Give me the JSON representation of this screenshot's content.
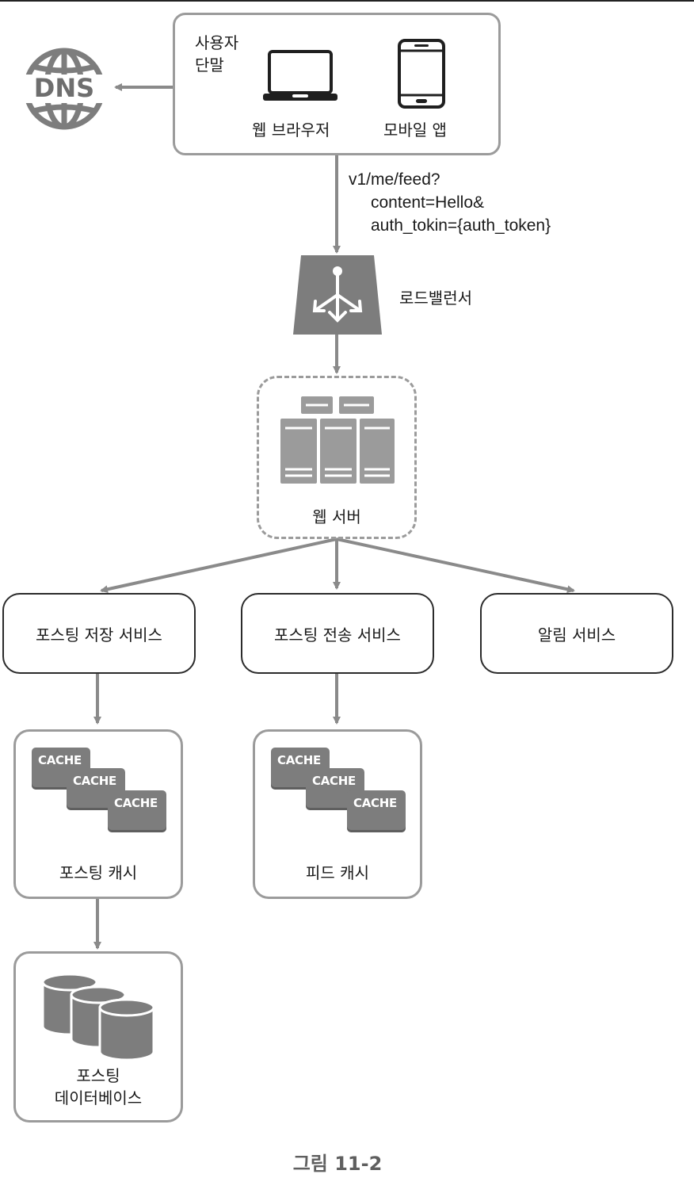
{
  "client": {
    "title_line1": "사용자",
    "title_line2": "단말",
    "web_browser_label": "웹 브라우저",
    "mobile_app_label": "모바일 앱"
  },
  "dns": {
    "label": "DNS"
  },
  "request": {
    "line1": "v1/me/feed?",
    "line2": "content=Hello&",
    "line3": "auth_tokin={auth_token}"
  },
  "load_balancer": {
    "label": "로드밸런서"
  },
  "web_server": {
    "label": "웹 서버"
  },
  "services": {
    "posting_store": "포스팅 저장 서비스",
    "posting_fanout": "포스팅 전송 서비스",
    "notification": "알림 서비스"
  },
  "caches": {
    "tile_label": "CACHE",
    "posting_cache_label": "포스팅 캐시",
    "feed_cache_label": "피드 캐시"
  },
  "database": {
    "label_line1": "포스팅",
    "label_line2": "데이터베이스"
  },
  "caption": "그림 11-2",
  "colors": {
    "stroke": "#8a8a8a",
    "icon": "#7d7d7d",
    "text": "#1a1a1a"
  }
}
